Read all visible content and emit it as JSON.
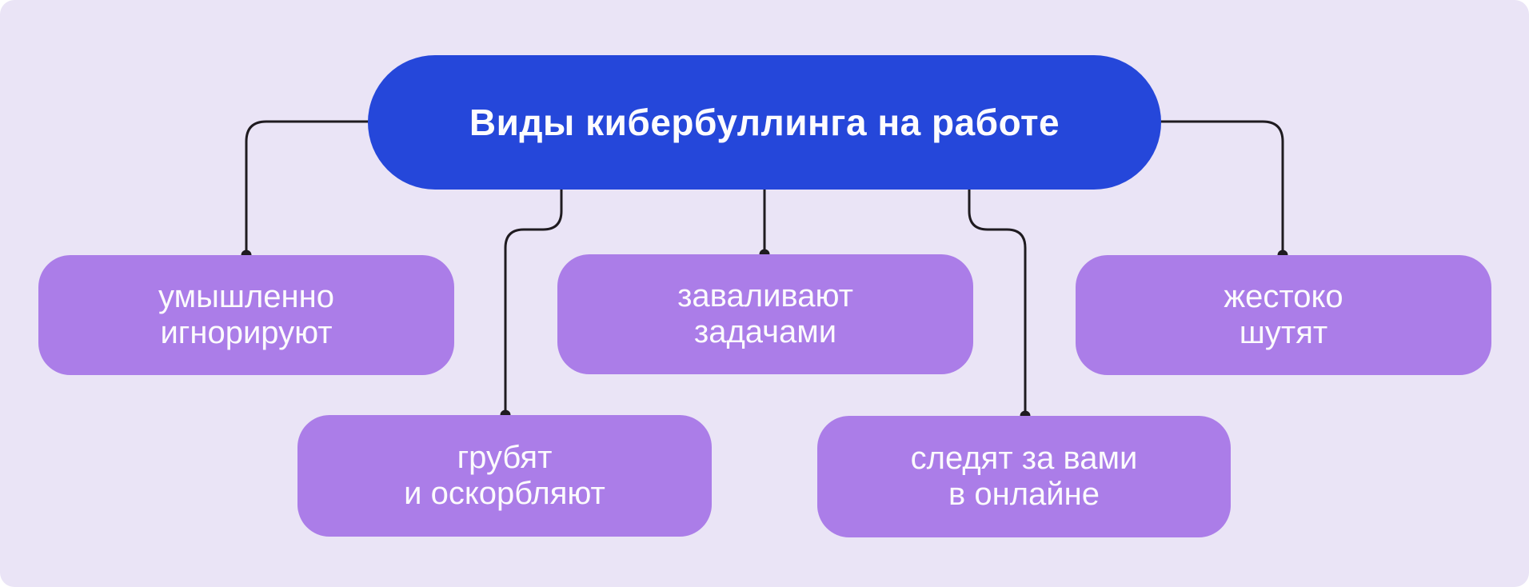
{
  "diagram": {
    "title": "Виды кибербуллинга на работе",
    "nodes": [
      {
        "id": "ignore",
        "label": "умышленно\nигнорируют"
      },
      {
        "id": "tasks",
        "label": "заваливают\nзадачами"
      },
      {
        "id": "jokes",
        "label": "жестоко\nшутят"
      },
      {
        "id": "insults",
        "label": "грубят\nи оскорбляют"
      },
      {
        "id": "stalking",
        "label": "следят за вами\nв онлайне"
      }
    ],
    "colors": {
      "background": "#EAE4F6",
      "outer_background": "#FFFFFF",
      "root_fill": "#2547DA",
      "branch_fill": "#AB7DE8",
      "connector": "#1F1B20",
      "text": "#FDFCFE"
    }
  }
}
